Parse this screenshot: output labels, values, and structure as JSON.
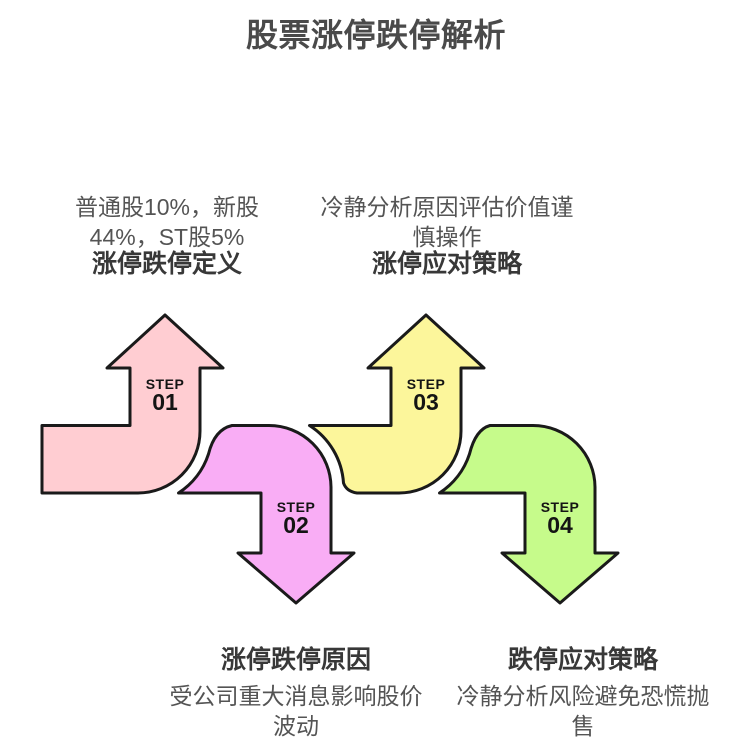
{
  "title": "股票涨停跌停解析",
  "outline_color": "#1a1a1a",
  "steps": [
    {
      "step_label": "STEP",
      "number": "01",
      "direction": "up",
      "color": "#ffcdd2",
      "heading": "涨停跌停定义",
      "desc_line1": "普通股10%，新股",
      "desc_line2": "44%，ST股5%"
    },
    {
      "step_label": "STEP",
      "number": "02",
      "direction": "down",
      "color": "#f9adf5",
      "heading": "涨停跌停原因",
      "desc_line1": "受公司重大消息影响股价",
      "desc_line2": "波动"
    },
    {
      "step_label": "STEP",
      "number": "03",
      "direction": "up",
      "color": "#fcf69b",
      "heading": "涨停应对策略",
      "desc_line1": "冷静分析原因评估价值谨",
      "desc_line2": "慎操作"
    },
    {
      "step_label": "STEP",
      "number": "04",
      "direction": "down",
      "color": "#c6fb8b",
      "heading": "跌停应对策略",
      "desc_line1": "冷静分析风险避免恐慌抛",
      "desc_line2": "售"
    }
  ]
}
